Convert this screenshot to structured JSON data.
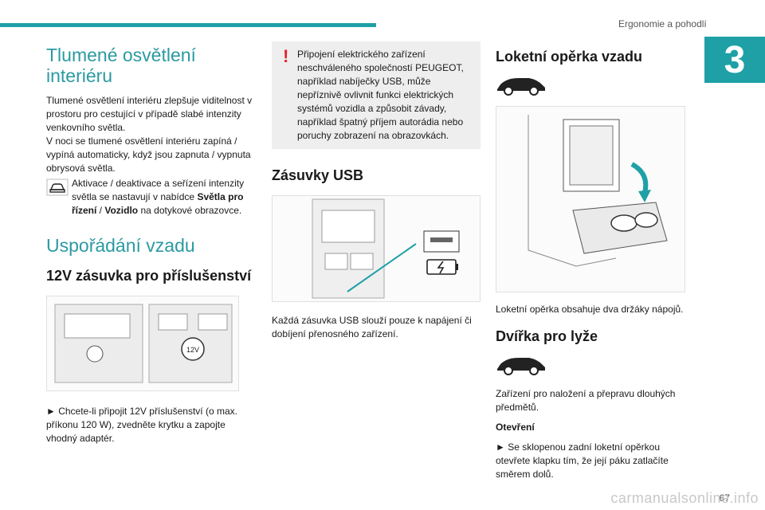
{
  "header": {
    "title": "Ergonomie a pohodlí",
    "chapter": "3"
  },
  "col1": {
    "h_light": "Tlumené osvětlení interiéru",
    "p1": "Tlumené osvětlení interiéru zlepšuje viditelnost v prostoru pro cestující v případě slabé intenzity venkovního světla.",
    "p2": "V noci se tlumené osvětlení interiéru zapíná / vypíná automaticky, když jsou zapnuta / vypnuta obrysová světla.",
    "p3_a": "Aktivace / deaktivace a seřízení intenzity světla se nastavují v nabídce ",
    "p3_b": "Světla pro řízení",
    "p3_c": " / ",
    "p3_d": "Vozidlo",
    "p3_e": " na dotykové obrazovce.",
    "h_light2": "Uspořádání vzadu",
    "h3": "12V zásuvka pro příslušenství",
    "socket_label": "12V",
    "p4": "► Chcete-li připojit 12V příslušenství (o max. příkonu 120 W), zvedněte krytku a zapojte vhodný adaptér."
  },
  "col2": {
    "warn_excl": "!",
    "warn": "Připojení elektrického zařízení neschváleného společností PEUGEOT, například nabíječky USB, může nepříznivě ovlivnit funkci elektrických systémů vozidla a způsobit závady, například špatný příjem autorádia nebo poruchy zobrazení na obrazovkách.",
    "h3": "Zásuvky USB",
    "p1": "Každá zásuvka USB slouží pouze k napájení či dobíjení přenosného zařízení."
  },
  "col3": {
    "h3": "Loketní opěrka vzadu",
    "p1": "Loketní opěrka obsahuje dva držáky nápojů.",
    "h3b": "Dvířka pro lyže",
    "p2": "Zařízení pro naložení a přepravu dlouhých předmětů.",
    "p3": "Otevření",
    "p4": "► Se sklopenou zadní loketní opěrkou otevřete klapku tím, že její páku zatlačíte směrem dolů."
  },
  "footer": {
    "page": "67",
    "watermark": "carmanualsonline.info"
  },
  "colors": {
    "accent": "#1ea0a6",
    "warning": "#e5202e"
  },
  "icons": [
    "car-dashboard-icon",
    "car-side-icon",
    "usb-port-icon",
    "battery-charge-icon",
    "warning-exclamation-icon"
  ]
}
